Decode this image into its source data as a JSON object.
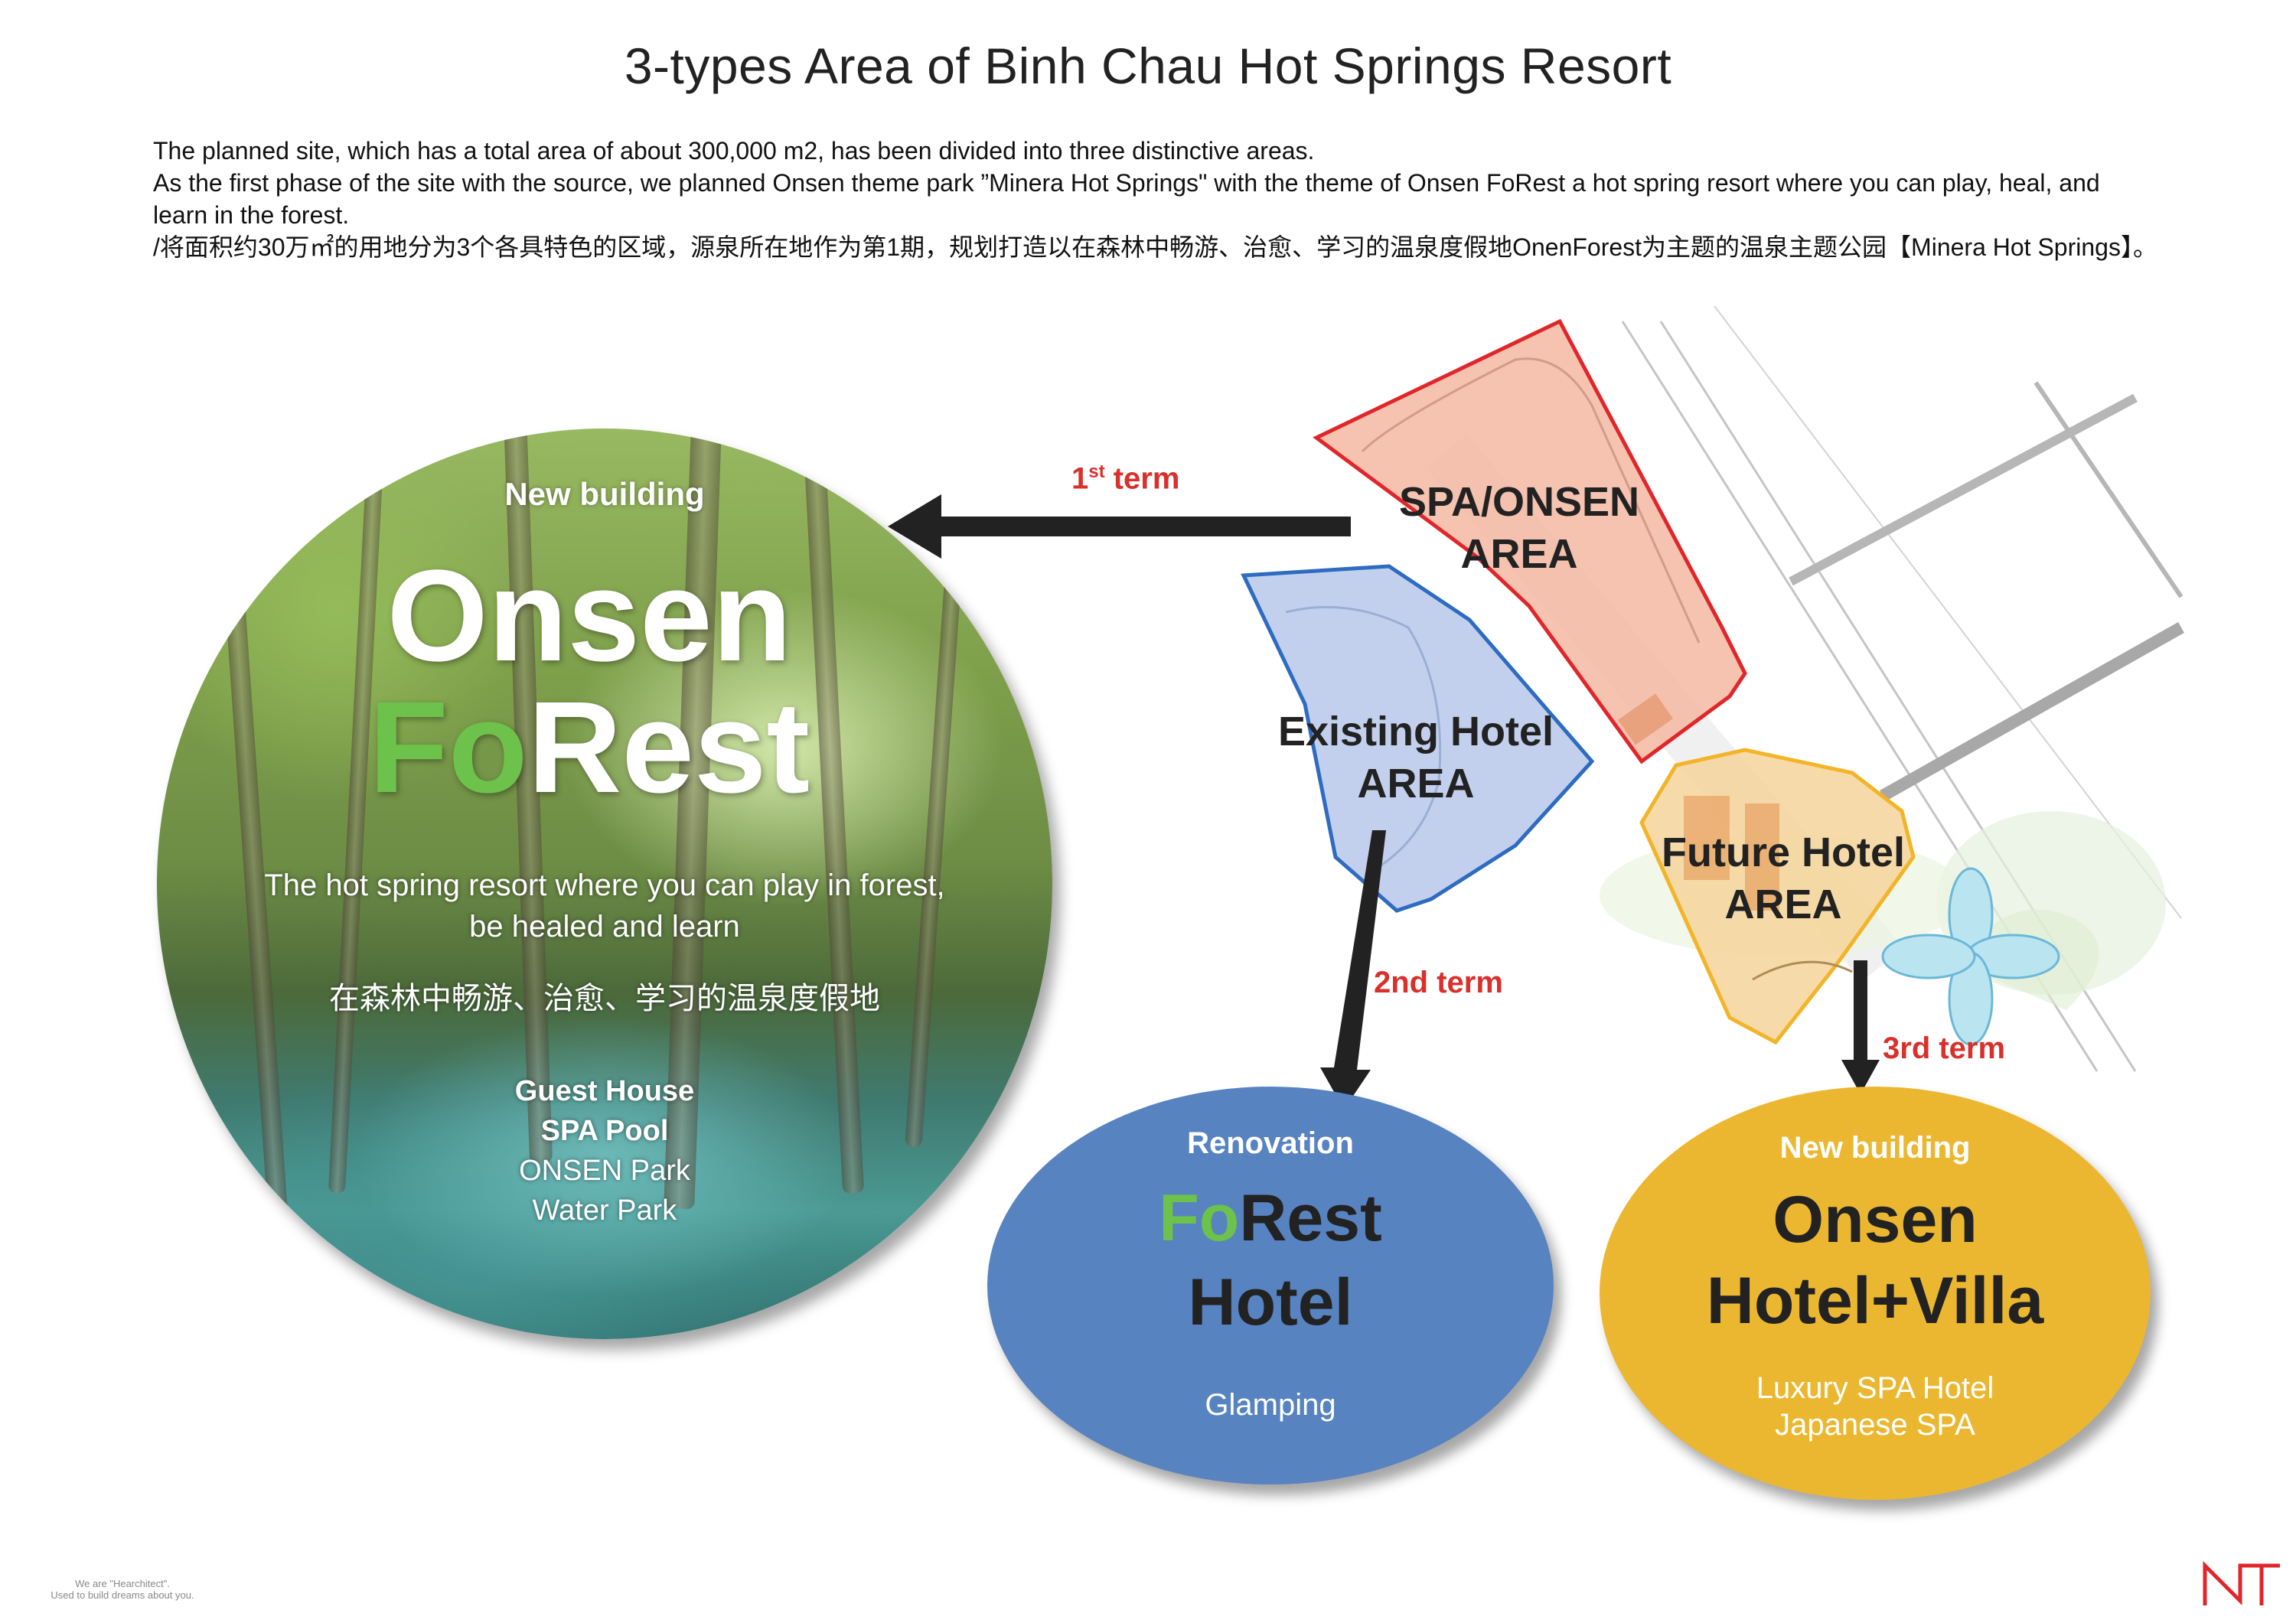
{
  "title": "3-types Area of Binh Chau Hot Springs Resort",
  "intro": {
    "line1": "The planned site, which has a total area of about 300,000 m2, has been divided into three distinctive areas.",
    "line2": "As the first phase of the site with the source, we planned Onsen theme park ”Minera Hot Springs\"  with the theme of Onsen FoRest a hot spring resort where you can play, heal, and learn in the forest.",
    "line3": "/将面积约30万㎡的用地分为3个各具特色的区域，源泉所在地作为第1期，规划打造以在森林中畅游、治愈、学习的温泉度假地OnenForest为主题的温泉主题公园【Minera Hot Springs】。"
  },
  "forest_circle": {
    "label": "New building",
    "big_line1": "Onsen",
    "big_line2_green": "Fo",
    "big_line2_rest": "Rest",
    "desc_line1": "The hot spring resort where you can play in forest,",
    "desc_line2": "be healed and learn",
    "desc_cn": "在森林中畅游、治愈、学习的温泉度假地",
    "items": [
      "Guest House",
      "SPA Pool",
      "ONSEN Park",
      "Water Park"
    ]
  },
  "renovation_oval": {
    "label": "Renovation",
    "big_line1_green": "Fo",
    "big_line1_rest": "Rest",
    "big_line2": "Hotel",
    "small": "Glamping"
  },
  "villa_oval": {
    "label": "New building",
    "big_line1": "Onsen",
    "big_line2": "Hotel+Villa",
    "small_line1": "Luxury SPA Hotel",
    "small_line2": "Japanese SPA"
  },
  "map": {
    "spa_area": [
      "SPA/ONSEN",
      "AREA"
    ],
    "existing_area": [
      "Existing Hotel",
      "AREA"
    ],
    "future_area": [
      "Future Hotel",
      "AREA"
    ]
  },
  "terms": {
    "first_num": "1",
    "first_sup": "st",
    "first_word": " term",
    "second": "2nd term",
    "third": "3rd term"
  },
  "footer": {
    "tagline1": "We are \"Hearchitect\".",
    "tagline2": "Used to build dreams about you."
  },
  "colors": {
    "spa_fill": "#f3b9a2",
    "spa_border": "#e1262b",
    "existing_fill": "#b9c8ea",
    "existing_border": "#2d6cc0",
    "future_fill": "#f6d49a",
    "future_border": "#f2b428",
    "renovation_oval": "#5783c0",
    "villa_oval": "#ecb730",
    "term_red": "#d9302b",
    "forest_green": "#6cc24a"
  }
}
